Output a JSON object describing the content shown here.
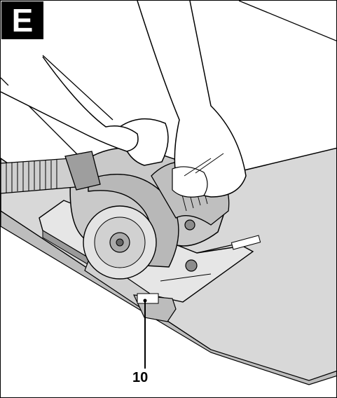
{
  "figure": {
    "badge": "E",
    "callouts": [
      {
        "label": "10",
        "target": "saw-guide-mark"
      }
    ],
    "colors": {
      "ink": "#000000",
      "worktop": "#d8d8d8",
      "worktop_edge": "#bdbdbd",
      "saw_body": "#c9c9c9",
      "blade_guard": "#b8b8b8",
      "hose": "#cfcfcf",
      "hands": "#ffffff"
    }
  }
}
